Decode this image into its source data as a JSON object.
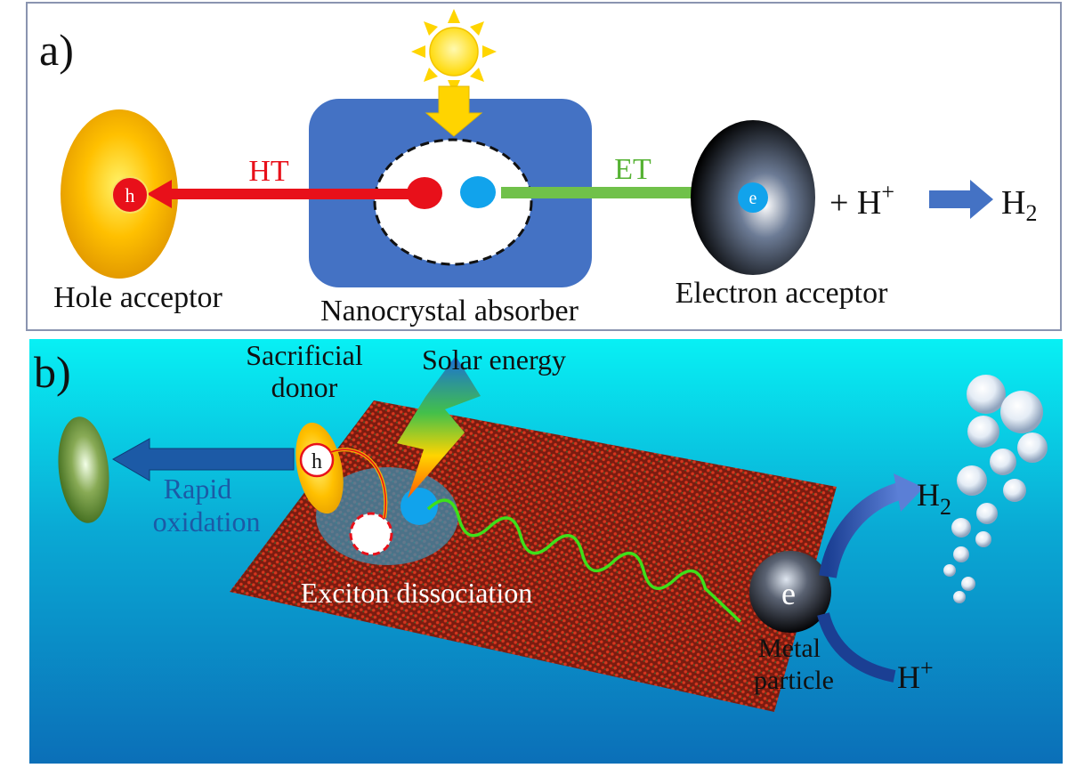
{
  "panel_a": {
    "label": "a)",
    "hole_symbol": "h",
    "electron_symbol": "e",
    "ht_label": "HT",
    "et_label": "ET",
    "hole_acceptor_label": "Hole acceptor",
    "absorber_label": "Nanocrystal absorber",
    "electron_acceptor_label": "Electron acceptor",
    "reaction_plus": "+ H",
    "reaction_plus_sup": "+",
    "product": "H",
    "product_sub": "2",
    "colors": {
      "absorber": "#4472c4",
      "ht_arrow": "#e8101a",
      "et_arrow": "#70c14a",
      "electron": "#11a3ec",
      "hole": "#e8101a"
    }
  },
  "panel_b": {
    "label": "b)",
    "sacrificial_donor_line1": "Sacrificial",
    "sacrificial_donor_line2": "donor",
    "solar_label": "Solar energy",
    "hole_symbol": "h",
    "electron_symbol": "e",
    "oxidation_line1": "Rapid",
    "oxidation_line2": "oxidation",
    "exciton_label": "Exciton dissociation",
    "metal_line1": "Metal",
    "metal_line2": "particle",
    "h2_main": "H",
    "h2_sub": "2",
    "hplus_main": "H",
    "hplus_sup": "+",
    "colors": {
      "water_top": "#08f0f4",
      "water_bottom": "#0b6fb8",
      "sheet": "#8a2414",
      "oxidation_text": "#1c5aa6"
    }
  }
}
